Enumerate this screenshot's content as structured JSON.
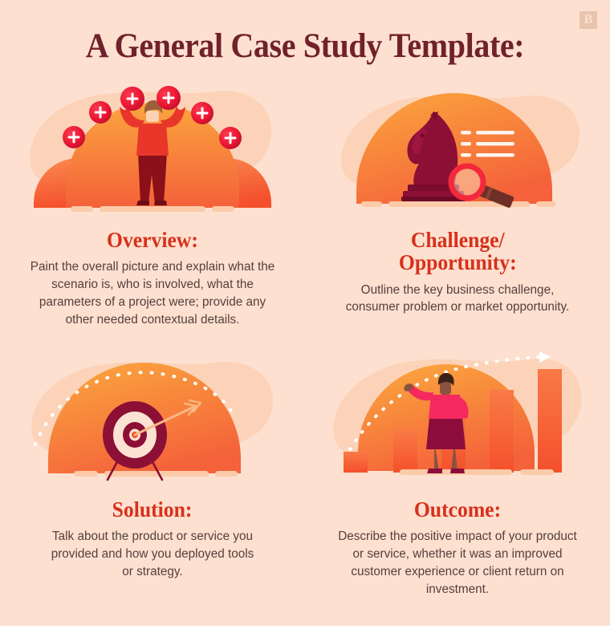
{
  "brand": {
    "badge_letter": "B",
    "badge_name": "brand-logo-badge"
  },
  "page": {
    "title": "A General Case Study Template:",
    "background_color": "#fde0d0",
    "title_color": "#70212a",
    "heading_color": "#d8301a",
    "body_color": "#56403c"
  },
  "sections": [
    {
      "id": "overview",
      "heading": "Overview:",
      "body": "Paint the overall picture and explain what the scenario is, who is involved, what the parameters of a project were; provide any other needed contextual details.",
      "illustration": "juggling-person-illustration"
    },
    {
      "id": "challenge",
      "heading_line1": "Challenge/",
      "heading_line2": "Opportunity:",
      "heading": "Challenge/ Opportunity:",
      "body": "Outline the key business challenge, consumer problem or market opportunity.",
      "illustration": "chess-knight-magnifier-illustration"
    },
    {
      "id": "solution",
      "heading": "Solution:",
      "body": "Talk about the product or service you provided and how you deployed tools or strategy.",
      "illustration": "target-arrow-illustration"
    },
    {
      "id": "outcome",
      "heading": "Outcome:",
      "body": "Describe the positive impact of your product or service, whether it was an improved customer experience or client return on investment.",
      "illustration": "growth-chart-person-illustration"
    }
  ],
  "palette": {
    "background": "#fde0d0",
    "blob": "#fbd0b4",
    "arch_top": "#fba03c",
    "arch_bottom": "#f4613a",
    "side_arch_top": "#fb7a4a",
    "side_arch_bottom": "#f4502b",
    "ball_red": "#f4283c",
    "ball_shadow": "#b4102e",
    "maroon": "#8c0f36",
    "dark_maroon": "#7a0c2e",
    "ground_bar": "#fbcba9",
    "skin_light": "#fbd3b4",
    "skin_dark": "#8a5340",
    "hair_brown": "#9c5f3c",
    "shirt_red": "#e8372a",
    "pants_maroon": "#8c1019",
    "top_pink": "#f4295f",
    "skirt_maroon": "#8c0c3c",
    "handle_brown": "#6e3026",
    "white": "#ffffff"
  }
}
